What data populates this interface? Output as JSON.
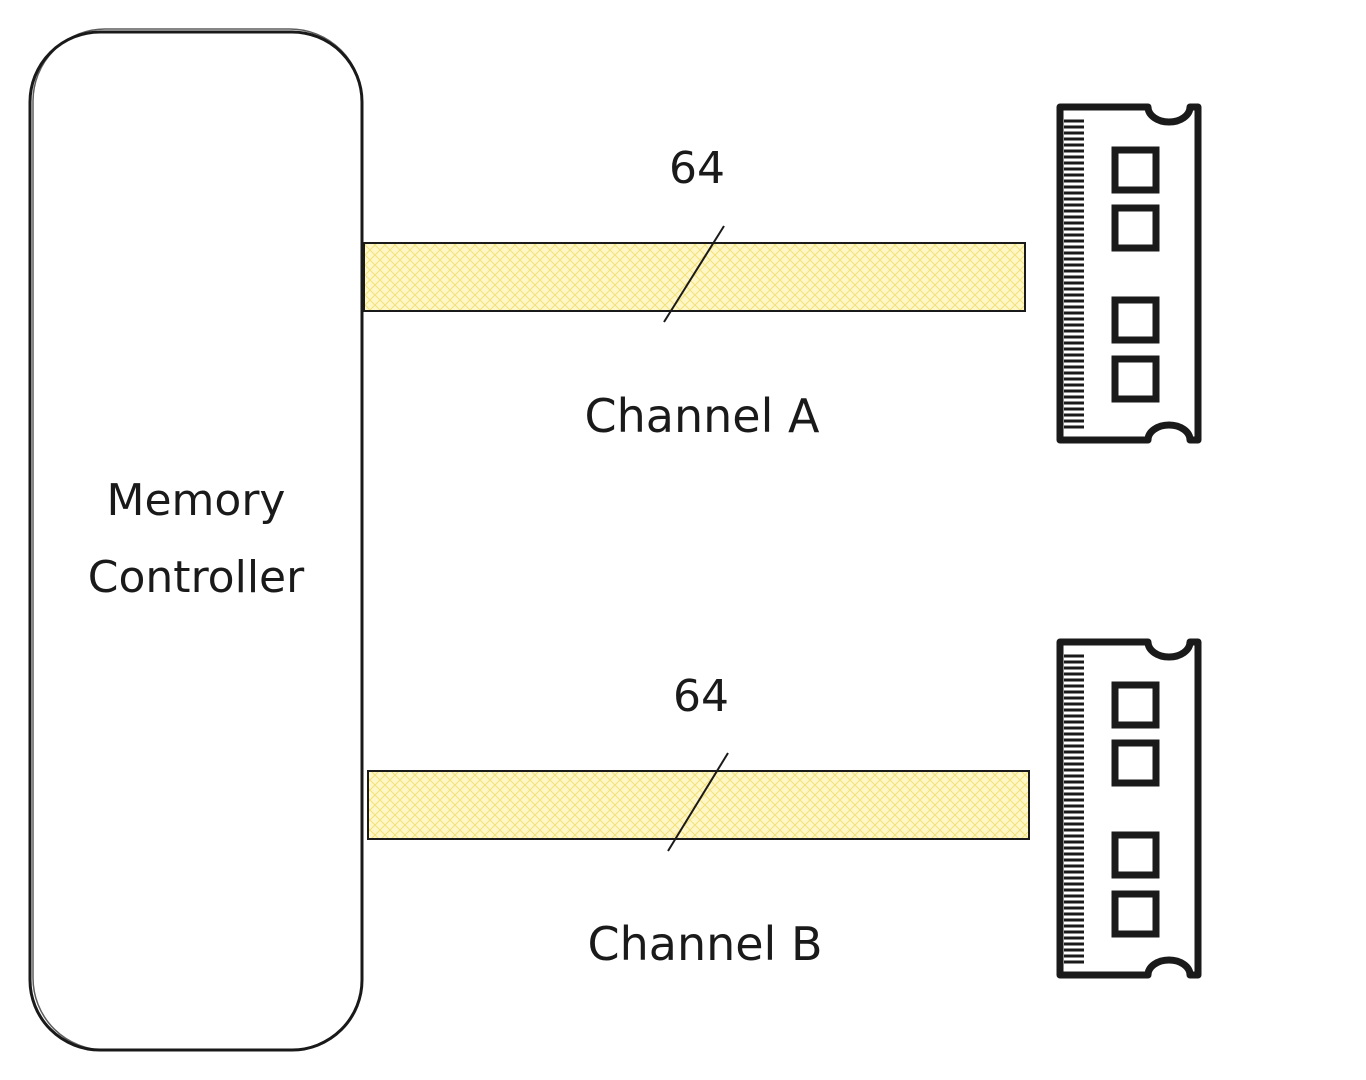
{
  "memory_controller": {
    "line1": "Memory",
    "line2": "Controller"
  },
  "channels": [
    {
      "name": "Channel A",
      "width": "64"
    },
    {
      "name": "Channel B",
      "width": "64"
    }
  ],
  "colors": {
    "bus_fill": "#fff7c8",
    "bus_hatch": "#f2e27a",
    "stroke": "#1a1a1a",
    "background": "#ffffff"
  },
  "icons": [
    "ram-module-icon",
    "ram-module-icon"
  ]
}
